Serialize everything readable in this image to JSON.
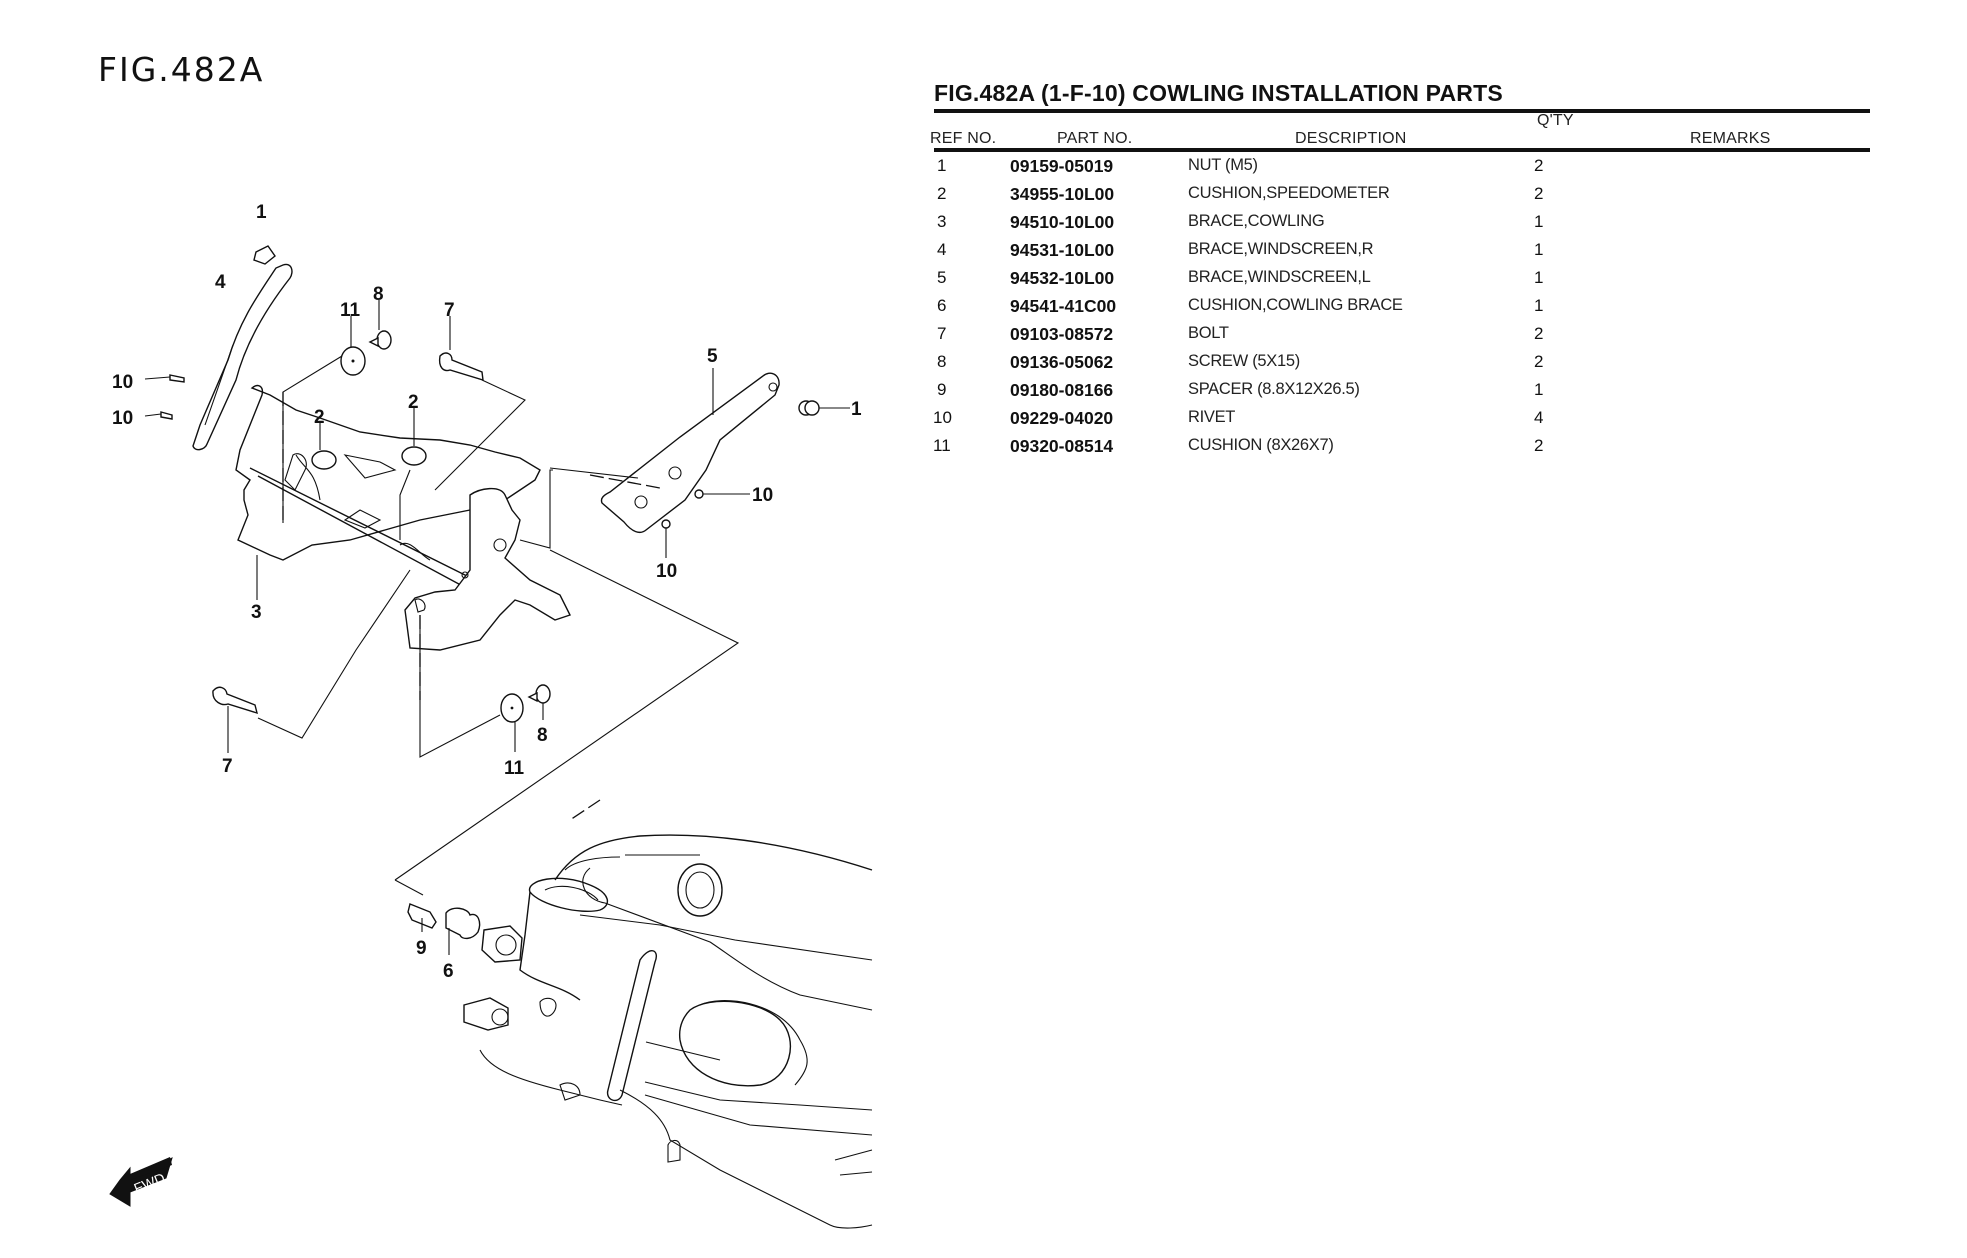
{
  "figure": {
    "label": "FIG.482A",
    "fwd_label": "FWD"
  },
  "table": {
    "title": "FIG.482A (1-F-10) COWLING INSTALLATION PARTS",
    "headers": {
      "ref_no": "REF NO.",
      "part_no": "PART NO.",
      "description": "DESCRIPTION",
      "qty": "Q'TY",
      "remarks": "REMARKS"
    },
    "rows": [
      {
        "ref": "1",
        "part_no": "09159-05019",
        "description": "NUT (M5)",
        "qty": "2",
        "remarks": ""
      },
      {
        "ref": "2",
        "part_no": "34955-10L00",
        "description": "CUSHION,SPEEDOMETER",
        "qty": "2",
        "remarks": ""
      },
      {
        "ref": "3",
        "part_no": "94510-10L00",
        "description": "BRACE,COWLING",
        "qty": "1",
        "remarks": ""
      },
      {
        "ref": "4",
        "part_no": "94531-10L00",
        "description": "BRACE,WINDSCREEN,R",
        "qty": "1",
        "remarks": ""
      },
      {
        "ref": "5",
        "part_no": "94532-10L00",
        "description": "BRACE,WINDSCREEN,L",
        "qty": "1",
        "remarks": ""
      },
      {
        "ref": "6",
        "part_no": "94541-41C00",
        "description": "CUSHION,COWLING BRACE",
        "qty": "1",
        "remarks": ""
      },
      {
        "ref": "7",
        "part_no": "09103-08572",
        "description": "BOLT",
        "qty": "2",
        "remarks": ""
      },
      {
        "ref": "8",
        "part_no": "09136-05062",
        "description": "SCREW (5X15)",
        "qty": "2",
        "remarks": ""
      },
      {
        "ref": "9",
        "part_no": "09180-08166",
        "description": "SPACER (8.8X12X26.5)",
        "qty": "1",
        "remarks": ""
      },
      {
        "ref": "10",
        "part_no": "09229-04020",
        "description": "RIVET",
        "qty": "4",
        "remarks": ""
      },
      {
        "ref": "11",
        "part_no": "09320-08514",
        "description": "CUSHION (8X26X7)",
        "qty": "2",
        "remarks": ""
      }
    ]
  },
  "callouts": {
    "c1_top": "1",
    "c4": "4",
    "c10_a": "10",
    "c10_b": "10",
    "c11_top": "11",
    "c8_top": "8",
    "c7_top": "7",
    "c2_left": "2",
    "c2_right": "2",
    "c3": "3",
    "c5": "5",
    "c1_right": "1",
    "c10_right": "10",
    "c10_low": "10",
    "c7_low": "7",
    "c8_low": "8",
    "c11_low": "11",
    "c9": "9",
    "c6": "6"
  }
}
